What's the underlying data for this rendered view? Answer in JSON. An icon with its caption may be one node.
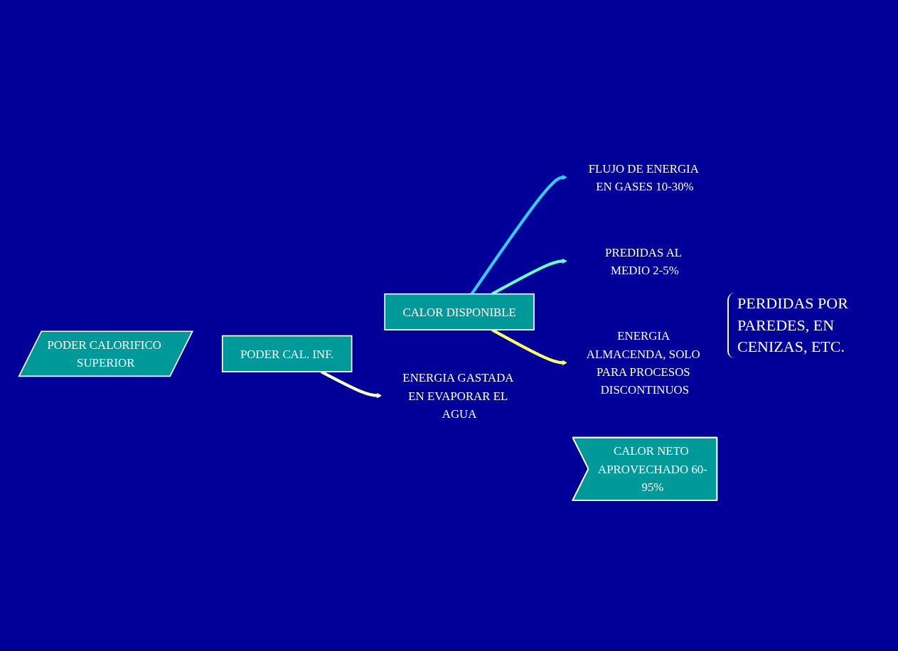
{
  "diagram": {
    "nodes": [
      {
        "text": [
          "PODER CALORIFICO SUPERIOR"
        ]
      },
      {
        "text": [
          "PODER CAL. INF."
        ]
      },
      {
        "text": [
          "CALOR DISPONIBLE"
        ]
      },
      {
        "text": [
          "CALOR NETO APROVECHADO 60-95%"
        ]
      },
      {
        "text": [
          "ENERGIA GASTADA EN EVAPORAR EL AGUA"
        ]
      },
      {
        "text": [
          "FLUJO DE ENERGIA EN GASES 10-30%"
        ]
      },
      {
        "text": [
          "PREDIDAS AL MEDIO 2-5%"
        ]
      },
      {
        "text": [
          "ENERGIA ALMACENDA, SOLO PARA PROCESOS DISCONTINUOS"
        ]
      }
    ],
    "edges": [
      {
        "from": 1,
        "to": 4,
        "arrow": "to",
        "color": "#ffffcc"
      },
      {
        "from": 2,
        "to": 5,
        "arrow": "to",
        "color": "#33ccff"
      },
      {
        "from": 2,
        "to": 6,
        "arrow": "to",
        "color": "#66ffcc"
      },
      {
        "from": 2,
        "to": 7,
        "arrow": "to",
        "color": "#ffff66"
      }
    ],
    "labels": [
      "PERDIDAS POR PAREDES, EN CENIZAS, ETC."
    ]
  }
}
